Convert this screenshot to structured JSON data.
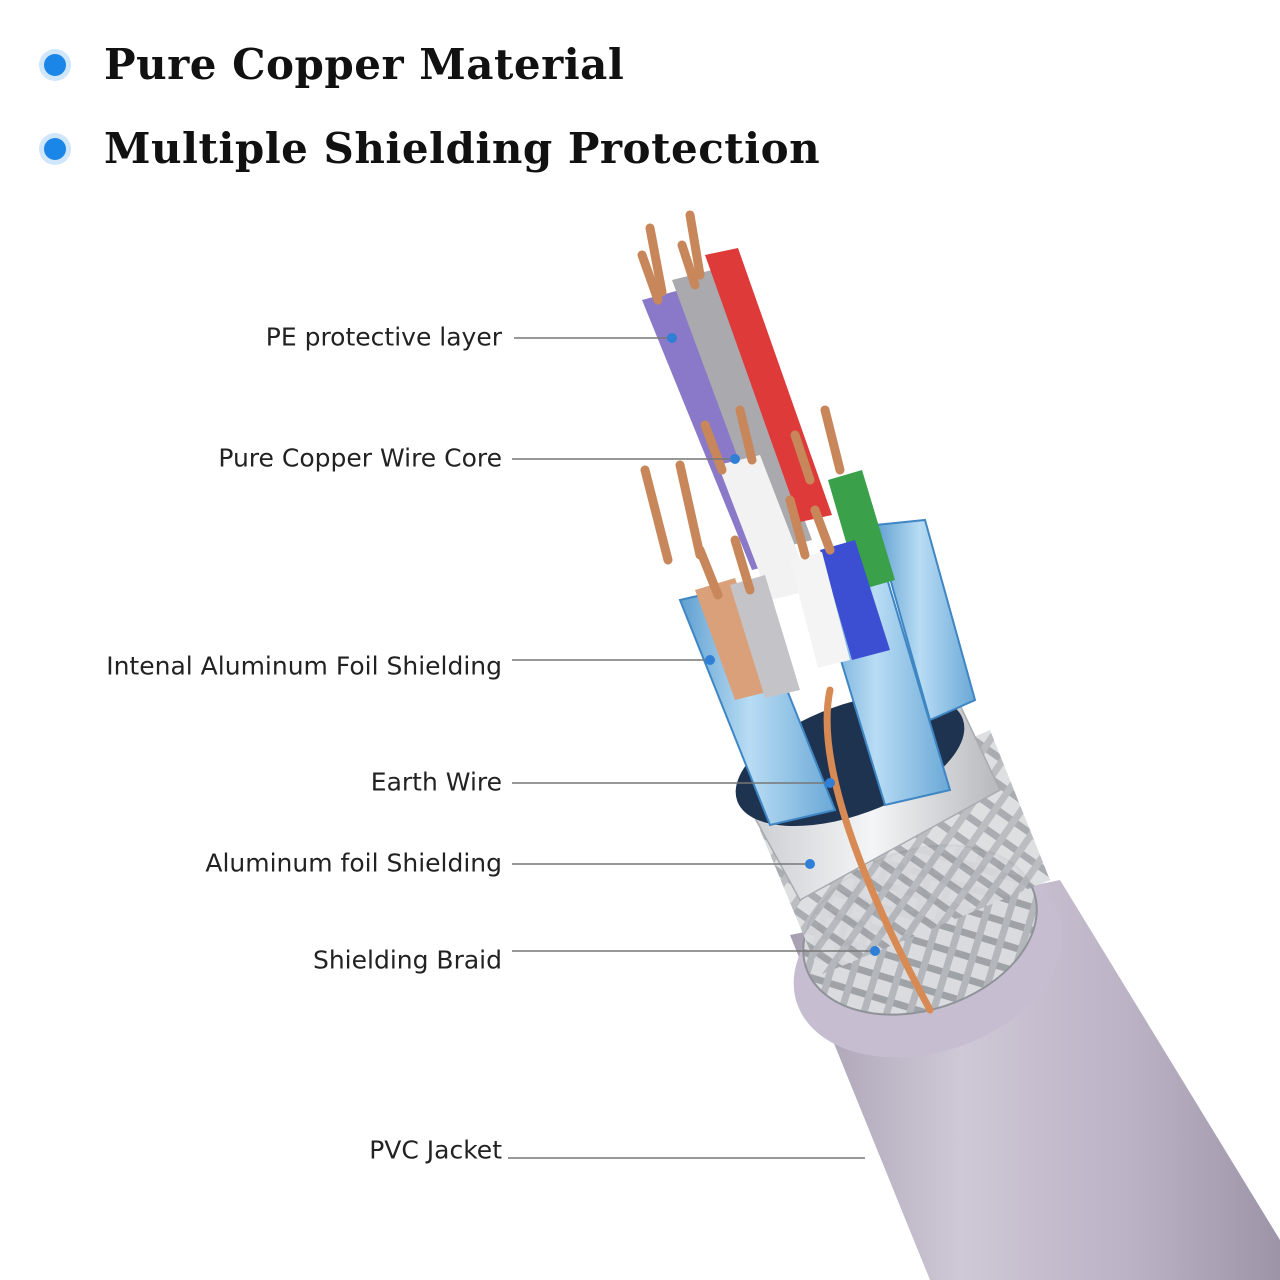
{
  "features": [
    {
      "text": "Pure Copper Material"
    },
    {
      "text": "Multiple Shielding Protection"
    }
  ],
  "labels": [
    {
      "text": "PE protective layer"
    },
    {
      "text": "Pure Copper Wire Core"
    },
    {
      "text": "Intenal Aluminum Foil Shielding"
    },
    {
      "text": "Earth Wire"
    },
    {
      "text": "Aluminum foil Shielding"
    },
    {
      "text": "Shielding Braid"
    },
    {
      "text": "PVC Jacket"
    }
  ],
  "colors": {
    "bullet": "#1a86e8",
    "jacket": "#b9b0c2",
    "copper": "#d99a6c",
    "foil": "#8cc2e8"
  }
}
